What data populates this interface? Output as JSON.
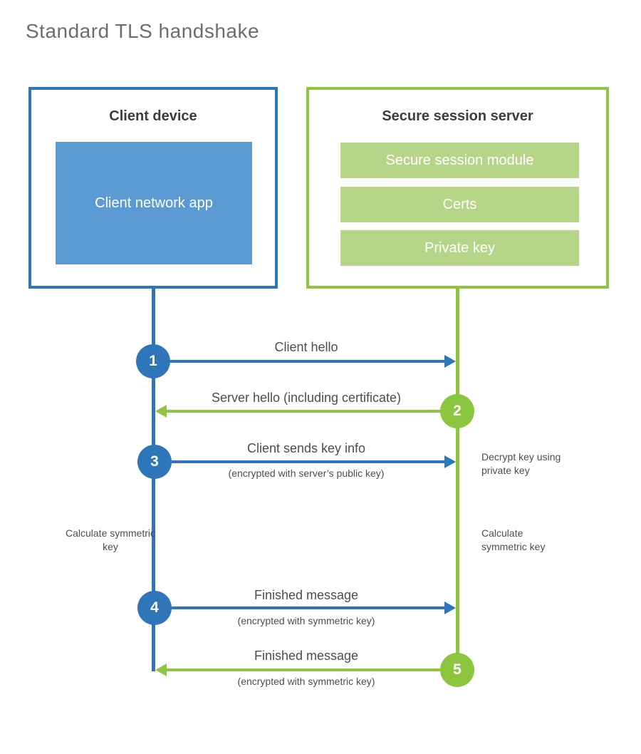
{
  "title": "Standard TLS handshake",
  "colors": {
    "blue": "#2e76b9",
    "blue_light": "#5b9ad3",
    "green": "#8ec73f",
    "green_light": "#b5d688"
  },
  "client": {
    "title": "Client device",
    "app_label": "Client network app"
  },
  "server": {
    "title": "Secure session server",
    "modules": [
      "Secure session module",
      "Certs",
      "Private key"
    ]
  },
  "steps": [
    {
      "num": "1",
      "direction": "client-to-server",
      "label": "Client hello",
      "sub": ""
    },
    {
      "num": "2",
      "direction": "server-to-client",
      "label": "Server hello (including certificate)",
      "sub": ""
    },
    {
      "num": "3",
      "direction": "client-to-server",
      "label": "Client sends key info",
      "sub": "(encrypted with server’s public key)"
    },
    {
      "num": "4",
      "direction": "client-to-server",
      "label": "Finished message",
      "sub": "(encrypted with symmetric key)"
    },
    {
      "num": "5",
      "direction": "server-to-client",
      "label": "Finished message",
      "sub": "(encrypted with symmetric key)"
    }
  ],
  "notes": {
    "decrypt": "Decrypt key using private key",
    "calc_left": "Calculate symmetric key",
    "calc_right": "Calculate symmetric key"
  }
}
